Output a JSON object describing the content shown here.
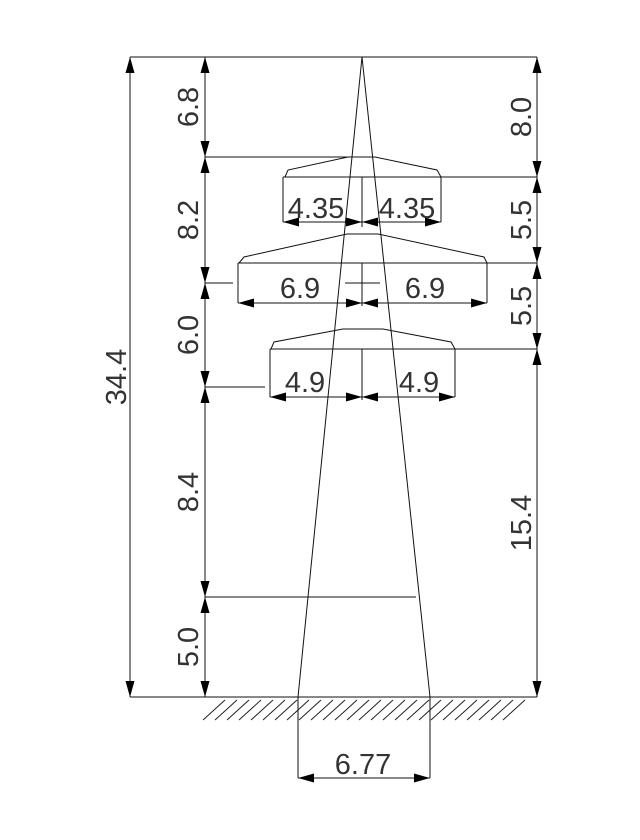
{
  "title": "Transmission tower dimension drawing",
  "overall_height": "34.4",
  "left_dimensions": [
    "6.8",
    "8.2",
    "6.0",
    "8.4",
    "5.0"
  ],
  "right_dimensions": [
    "8.0",
    "5.5",
    "5.5",
    "15.4"
  ],
  "crossarms": {
    "top": {
      "left": "4.35",
      "right": "4.35"
    },
    "middle": {
      "left": "6.9",
      "right": "6.9"
    },
    "bottom": {
      "left": "4.9",
      "right": "4.9"
    }
  },
  "base_width": "6.77"
}
